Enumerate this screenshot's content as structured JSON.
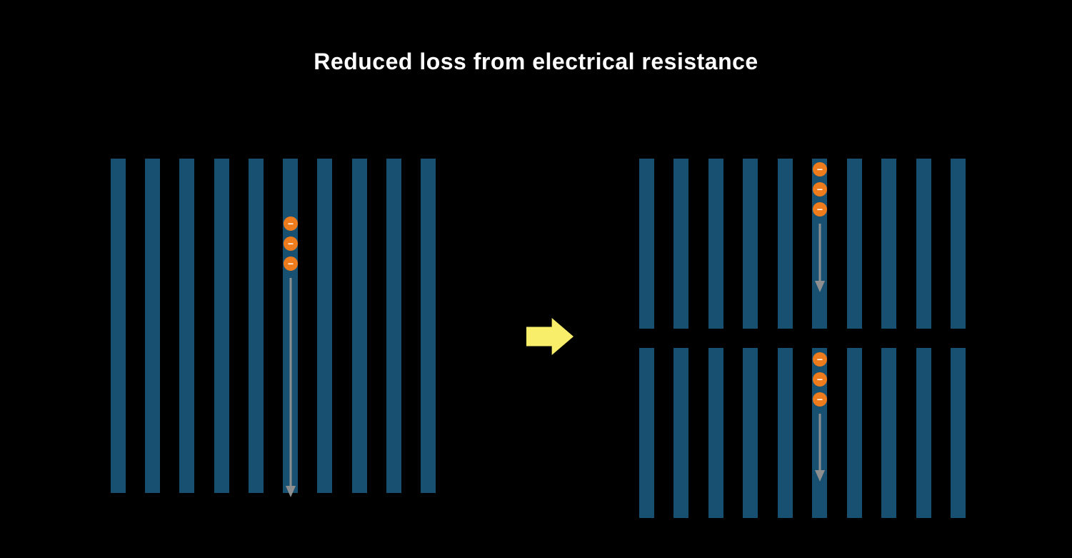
{
  "title": "Reduced loss from electrical resistance",
  "electron_symbol": "−",
  "colors": {
    "background": "#000000",
    "bar": "#175070",
    "electron": "#ee7b1c",
    "electron_symbol_color": "#ffffff",
    "flow_arrow": "#8f8f8f",
    "transition_arrow": "#f8ee6a",
    "title_text": "#ffffff"
  },
  "diagram": {
    "left_cell": {
      "bars": 10,
      "electrons": 3
    },
    "right_top_cell": {
      "bars": 10,
      "electrons": 3
    },
    "right_bottom_cell": {
      "bars": 10,
      "electrons": 3
    }
  }
}
